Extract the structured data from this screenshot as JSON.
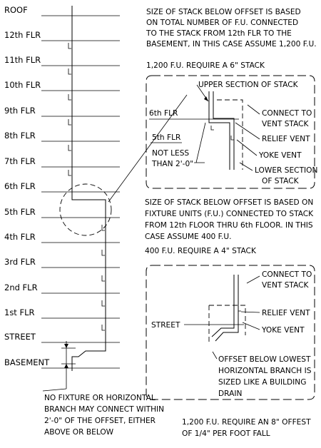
{
  "floors": [
    "ROOF",
    "12th FLR",
    "11th FLR",
    "10th FLR",
    "9th FLR",
    "8th FLR",
    "7th FLR",
    "6th FLR",
    "5th FLR",
    "4th FLR",
    "3rd FLR",
    "2nd FLR",
    "1st FLR",
    "STREET",
    "BASEMENT"
  ],
  "notes": {
    "upper_note": [
      "SIZE OF STACK BELOW OFFSET IS BASED",
      "ON TOTAL NUMBER OF F.U. CONNECTED",
      "TO THE STACK FROM 12th FLR TO THE",
      "BASEMENT, IN THIS CASE ASSUME 1,200 F.U."
    ],
    "upper_requirement": "1,200 F.U. REQUIRE A 6\" STACK",
    "middle_note": [
      "SIZE OF STACK BELOW OFFSET IS BASED ON",
      "FIXTURE UNITS (F.U.) CONNECTED TO STACK",
      "FROM 12th FLOOR THRU 6th FLOOR. IN THIS",
      "CASE ASSUME 400 F.U."
    ],
    "middle_requirement": "400 F.U. REQUIRE A 4\" STACK",
    "bottom_left_note": [
      "NO FIXTURE OR HORIZONTAL",
      "BRANCH MAY CONNECT WITHIN",
      "2'-0\" OF THE OFFSET, EITHER",
      "ABOVE OR BELOW"
    ],
    "bottom_right_note": [
      "1,200 F.U. REQUIRE AN 8\" OFFEST",
      "OF 1/4\" PER FOOT FALL"
    ]
  },
  "detail_upper": {
    "upper_section": "UPPER SECTION OF STACK",
    "floor_6": "6th FLR",
    "floor_5": "5th FLR",
    "not_less": [
      "NOT LESS",
      "THAN 2'-0\""
    ],
    "connect": [
      "CONNECT TO",
      "VENT STACK"
    ],
    "relief": "RELIEF VENT",
    "yoke": "YOKE VENT",
    "lower_section": [
      "LOWER SECTION",
      "OF STACK"
    ]
  },
  "detail_lower": {
    "connect": [
      "CONNECT TO",
      "VENT STACK"
    ],
    "street": "STREET",
    "relief": "RELIEF VENT",
    "yoke": "YOKE VENT",
    "offset_note": [
      "OFFSET BELOW LOWEST",
      "HORIZONTAL BRANCH IS",
      "SIZED LIKE A BUILDING",
      "DRAIN"
    ]
  }
}
